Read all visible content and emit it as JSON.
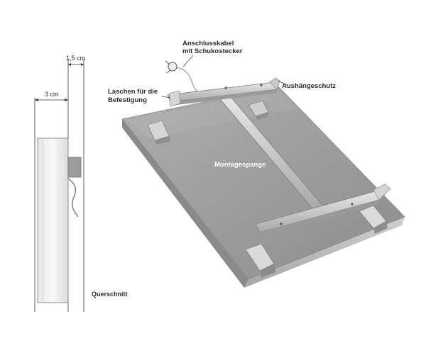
{
  "labels": {
    "dim_1_5cm": "1,5 cm",
    "dim_3cm": "3 cm",
    "querschnitt": "Querschnitt",
    "anschlusskabel_line1": "Anschlusskabel",
    "anschlusskabel_line2": "mit Schukostecker",
    "laschen_line1": "Laschen für die",
    "laschen_line2": "Befestigung",
    "aushaengeschutz": "Aushängeschutz",
    "montagespange": "Montagespange"
  },
  "colors": {
    "panel_face": "#9d9d9d",
    "panel_edge": "#b8b8b8",
    "bracket": "#cfcfcf",
    "line": "#3a3a3a"
  }
}
